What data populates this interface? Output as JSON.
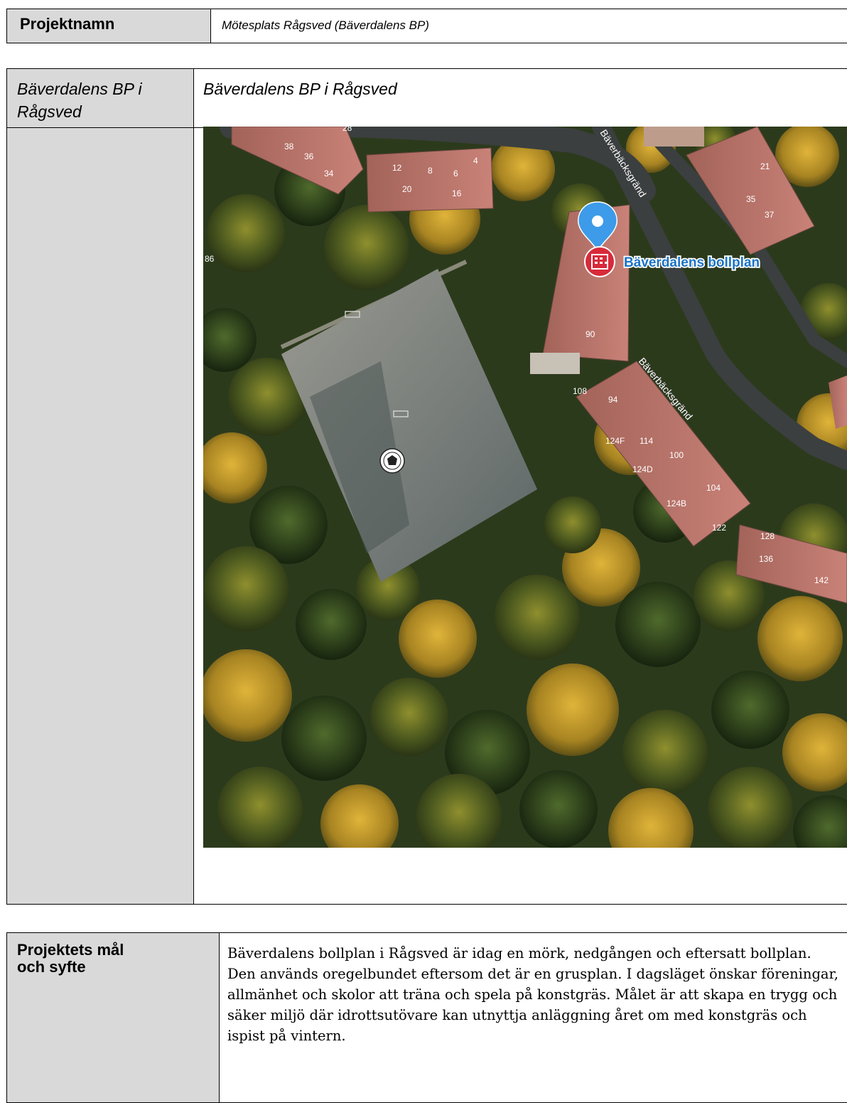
{
  "project": {
    "label": "Projektnamn",
    "value": "Mötesplats Rågsved (Bäverdalens BP)"
  },
  "location": {
    "label": "Bäverdalens BP i Rågsved",
    "title": "Bäverdalens BP i Rågsved"
  },
  "map": {
    "poi_label": "Bäverdalens bollplan",
    "streets": [
      "Bäverbäcksgränd",
      "Bäverbäcksgränd"
    ],
    "address_numbers": [
      "28",
      "38",
      "36",
      "34",
      "12",
      "8",
      "6",
      "4",
      "20",
      "16",
      "21",
      "35",
      "37",
      "86",
      "90",
      "108",
      "94",
      "124F",
      "114",
      "100",
      "124D",
      "104",
      "124B",
      "122",
      "128",
      "136",
      "142"
    ],
    "icons": [
      "map-pin-icon",
      "building-icon",
      "soccer-ball-icon"
    ],
    "colors": {
      "pin": "#3d9be9",
      "poi_badge": "#d82a3a",
      "poi_label": "#1b73c7"
    }
  },
  "goals": {
    "label_line1": "Projektets mål",
    "label_line2": "och syfte",
    "text": "Bäverdalens bollplan i Rågsved är idag en mörk, nedgången och eftersatt bollplan. Den används oregelbundet eftersom det är en grusplan. I dagsläget önskar föreningar, allmänhet och skolor att träna och spela på konstgräs.  Målet är att skapa en trygg och säker miljö där idrottsutövare kan utnyttja anläggning året om med konstgräs och ispist på vintern."
  }
}
